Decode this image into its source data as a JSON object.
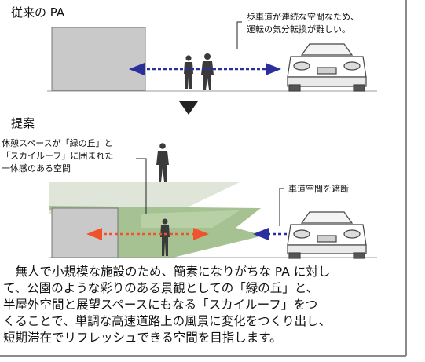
{
  "top": {
    "heading": "従来の PA",
    "note_lines": [
      "歩車道が連続な空間なため、",
      "運転の気分転換が難しい。"
    ]
  },
  "bottom": {
    "heading": "提案",
    "left_note_lines": [
      "休憩スペースが「緑の丘」と",
      "「スカイルーフ」に囲まれた",
      "一体感のある空間"
    ],
    "right_note": "車道空間を遮断"
  },
  "description": {
    "lines": [
      "　無人で小規模な施設のため、簡素になりがちな PA に対し",
      "て、公園のような彩りのある景観としての「緑の丘」と、",
      "半屋外空間と展望スペースにもなる「スカイルーフ」をつ",
      "くることで、単調な高速道路上の風景に変化をつくり出し、",
      "短期滞在でリフレッシュできる空間を目指します。"
    ]
  },
  "colors": {
    "frame": "#7f7f7f",
    "building": "#c9c9c9",
    "blue_arrow": "#2b2f9c",
    "orange_arrow": "#f0522b",
    "green_hill": "#9fbf8c",
    "roof": "#dfe5d8"
  }
}
